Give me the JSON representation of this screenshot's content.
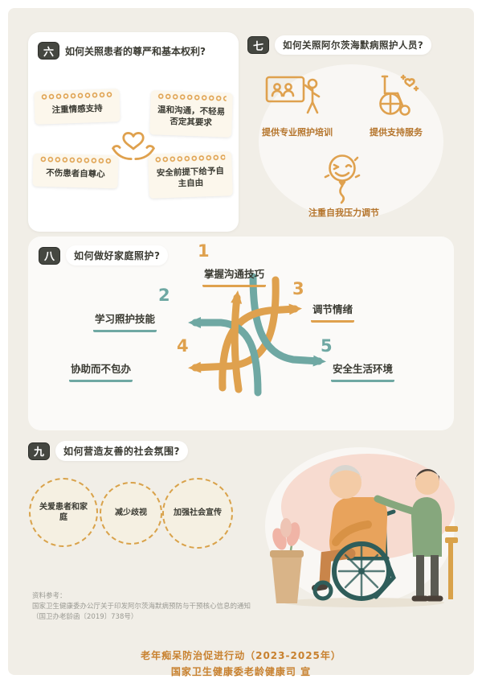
{
  "colors": {
    "background": "#f1eee7",
    "orange": "#dfa14e",
    "teal": "#6fa8a3",
    "dark_text": "#3b3b33",
    "brown_label": "#b5752c",
    "badge_bg": "#454741",
    "footer_orange": "#c8812f",
    "pink_blob": "#f7dbd0"
  },
  "section_six": {
    "number": "六",
    "title": "如何关照患者的尊严和基本权利?",
    "notes": [
      "注重情感支持",
      "温和沟通，不轻易否定其要求",
      "不伤患者自尊心",
      "安全前提下给予自主自由"
    ]
  },
  "section_seven": {
    "number": "七",
    "title": "如何关照阿尔茨海默病照护人员?",
    "items": [
      {
        "icon": "training-icon",
        "label": "提供专业照护培训"
      },
      {
        "icon": "wheelchair-icon",
        "label": "提供支持服务"
      },
      {
        "icon": "balloon-face-icon",
        "label": "注重自我压力调节"
      }
    ]
  },
  "section_eight": {
    "number": "八",
    "title": "如何做好家庭照护?",
    "steps": [
      {
        "num": "1",
        "label": "掌握沟通技巧"
      },
      {
        "num": "2",
        "label": "学习照护技能"
      },
      {
        "num": "3",
        "label": "调节情绪"
      },
      {
        "num": "4",
        "label": "协助而不包办"
      },
      {
        "num": "5",
        "label": "安全生活环境"
      }
    ]
  },
  "section_nine": {
    "number": "九",
    "title": "如何营造友善的社会氛围?",
    "bubbles": [
      "关爱患者和家庭",
      "减少歧视",
      "加强社会宣传"
    ]
  },
  "footer": {
    "reference_label": "资料参考：",
    "reference_text": "国家卫生健康委办公厅关于印发阿尔茨海默病预防与干预核心信息的通知（国卫办老龄函〔2019〕738号）",
    "campaign_line": "老年痴呆防治促进行动（2023-2025年）",
    "issuer_line": "国家卫生健康委老龄健康司 宣"
  }
}
